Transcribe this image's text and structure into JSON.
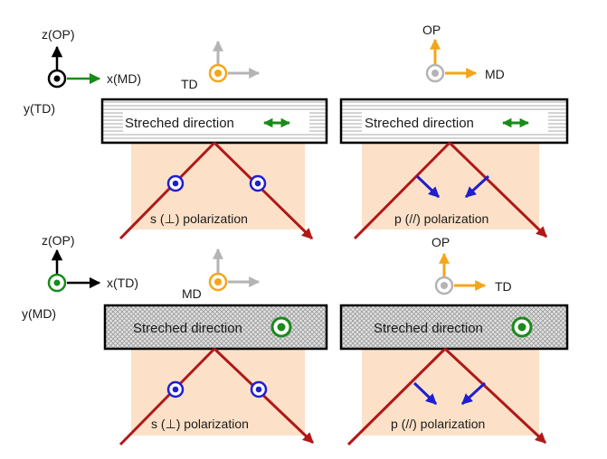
{
  "panel_top_left": {
    "axes": {
      "z": "z(OP)",
      "x": "x(MD)",
      "y": "y(TD)"
    },
    "inset": {
      "label": "TD"
    },
    "box_label": "Streched direction",
    "polarization": "s (⊥) polarization"
  },
  "panel_top_right": {
    "inset": {
      "up": "OP",
      "right": "MD"
    },
    "box_label": "Streched direction",
    "polarization": "p (//) polarization"
  },
  "panel_bottom_left": {
    "axes": {
      "z": "z(OP)",
      "x": "x(TD)",
      "y": "y(MD)"
    },
    "inset": {
      "label": "MD"
    },
    "box_label": "Streched direction",
    "polarization": "s (⊥) polarization"
  },
  "panel_bottom_right": {
    "inset": {
      "up": "OP",
      "right": "TD"
    },
    "box_label": "Streched direction",
    "polarization": "p (//) polarization"
  },
  "colors": {
    "beam": "#b01818",
    "field": "#1f1fd0",
    "stretch": "#1a8a1a",
    "inset_orange": "#f5a51a",
    "inset_gray": "#b4b4b4",
    "peach": "#fce1c8"
  }
}
